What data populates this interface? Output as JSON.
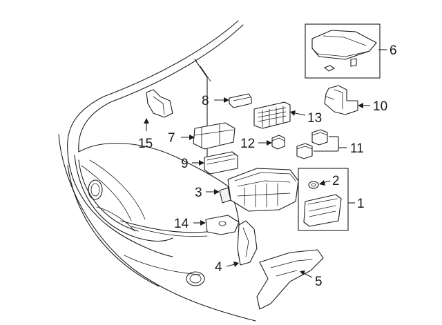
{
  "diagram": {
    "callouts": [
      {
        "id": "c1",
        "label": "1"
      },
      {
        "id": "c2",
        "label": "2"
      },
      {
        "id": "c3",
        "label": "3"
      },
      {
        "id": "c4",
        "label": "4"
      },
      {
        "id": "c5",
        "label": "5"
      },
      {
        "id": "c6",
        "label": "6"
      },
      {
        "id": "c7",
        "label": "7"
      },
      {
        "id": "c8",
        "label": "8"
      },
      {
        "id": "c9",
        "label": "9"
      },
      {
        "id": "c10",
        "label": "10"
      },
      {
        "id": "c11",
        "label": "11"
      },
      {
        "id": "c12",
        "label": "12"
      },
      {
        "id": "c13",
        "label": "13"
      },
      {
        "id": "c14",
        "label": "14"
      },
      {
        "id": "c15",
        "label": "15"
      }
    ]
  }
}
